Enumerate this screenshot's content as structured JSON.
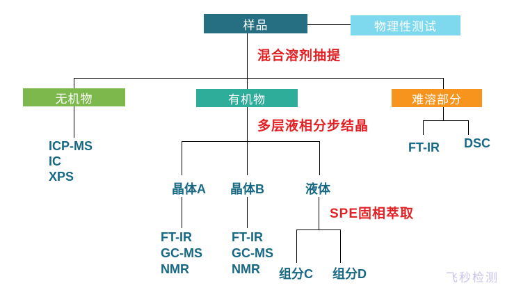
{
  "diagram": {
    "nodes": {
      "sample": {
        "label": "样品",
        "bg": "#266F83"
      },
      "physical_test": {
        "label": "物理性测试",
        "bg": "#7FD9EE"
      },
      "inorganic": {
        "label": "无机物",
        "bg": "#7DB84C"
      },
      "organic": {
        "label": "有机物",
        "bg": "#2EAD9B"
      },
      "insoluble": {
        "label": "难溶部分",
        "bg": "#F7941D"
      }
    },
    "annotations": {
      "solvent_extraction": "混合溶剂抽提",
      "crystallization": "多层液相分步结晶",
      "spe": "SPE固相萃取"
    },
    "labels": {
      "crystal_a": "晶体A",
      "crystal_b": "晶体B",
      "liquid": "液体",
      "fraction_c": "组分C",
      "fraction_d": "组分D"
    },
    "methods": {
      "inorganic": [
        "ICP-MS",
        "IC",
        "XPS"
      ],
      "crystal_a": [
        "FT-IR",
        "GC-MS",
        "NMR"
      ],
      "crystal_b": [
        "FT-IR",
        "GC-MS",
        "NMR"
      ],
      "insoluble": [
        "FT-IR",
        "DSC"
      ]
    },
    "watermark": "飞秒检测",
    "colors": {
      "node_text": "#FFFFFF",
      "label_text": "#176884",
      "annotation_text": "#E32124",
      "line": "#000000",
      "watermark_text": "#CBC3E9"
    }
  }
}
